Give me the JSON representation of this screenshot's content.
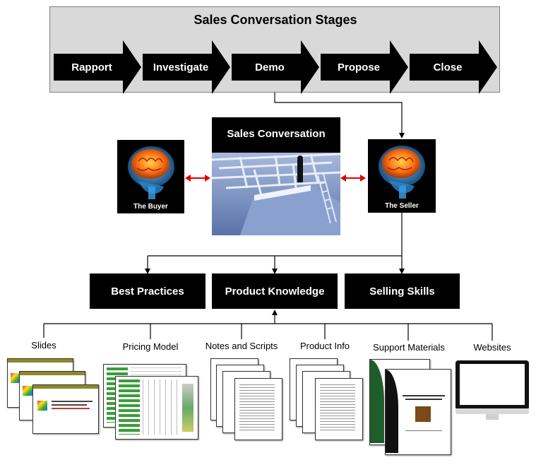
{
  "stages": {
    "title": "Sales Conversation Stages",
    "items": [
      "Rapport",
      "Investigate",
      "Demo",
      "Propose",
      "Close"
    ]
  },
  "conversation": {
    "title": "Sales Conversation",
    "buyer_label": "The Buyer",
    "seller_label": "The Seller"
  },
  "pillars": [
    "Best Practices",
    "Product Knowledge",
    "Selling Skills"
  ],
  "resources": [
    "Slides",
    "Pricing Model",
    "Notes and Scripts",
    "Product Info",
    "Support Materials",
    "Websites"
  ],
  "colors": {
    "stage_panel": "#d9d9d9",
    "arrow_fill": "#000000",
    "double_arrow": "#e00000",
    "box_fill": "#000000"
  }
}
